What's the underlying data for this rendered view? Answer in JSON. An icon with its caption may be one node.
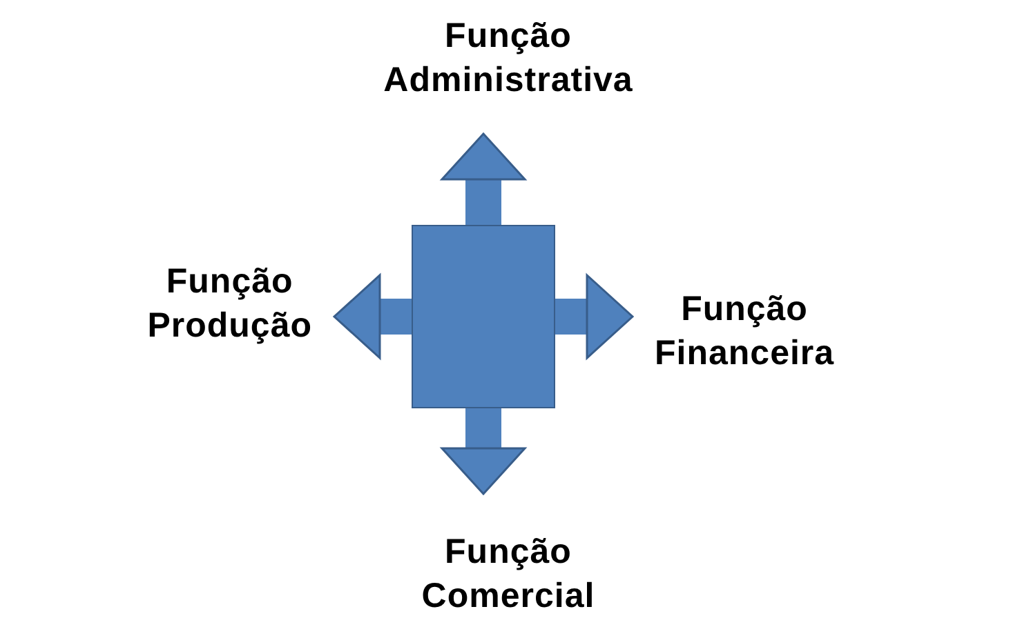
{
  "diagram": {
    "nodes": [
      {
        "text": [],
        "shape": "box"
      },
      {
        "text": [
          "Função Administrativa"
        ]
      },
      {
        "text": [
          "Função Produção"
        ]
      },
      {
        "text": [
          "Função Financeira"
        ]
      },
      {
        "text": [
          "Função Comercial"
        ]
      }
    ],
    "edges": [
      {
        "from": 0,
        "to": 1,
        "arrow": "to"
      },
      {
        "from": 0,
        "to": 2,
        "arrow": "to"
      },
      {
        "from": 0,
        "to": 3,
        "arrow": "to"
      },
      {
        "from": 0,
        "to": 4,
        "arrow": "to"
      }
    ]
  }
}
